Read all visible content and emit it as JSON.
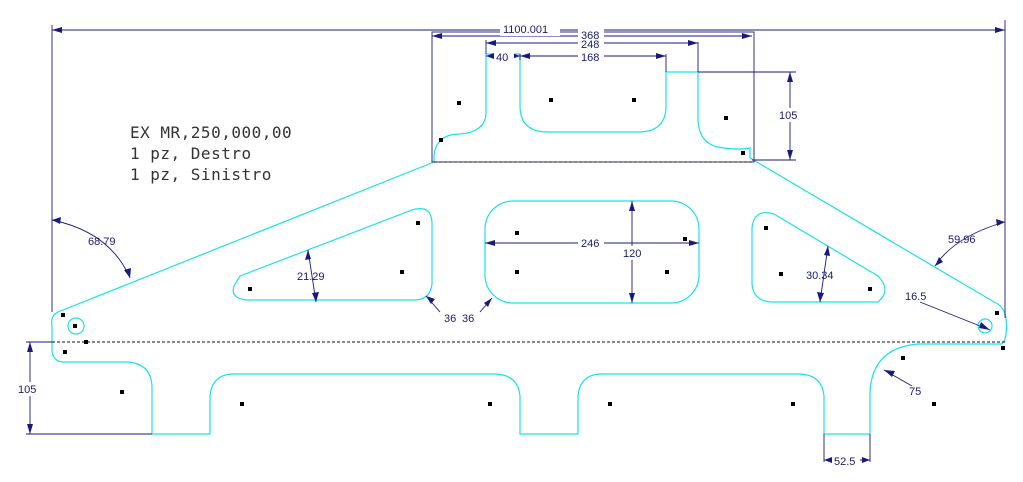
{
  "notes": [
    "EX MR,250,000,00",
    "1 pz, Destro",
    "1 pz, Sinistro"
  ],
  "dimensions": {
    "overall_width": "1100.001",
    "top_block_width": "368",
    "top_inner_width": "248",
    "top_offset": "40",
    "top_slot": "168",
    "top_height": "105",
    "left_angle": "68.79",
    "right_angle": "59.96",
    "left_tri": "21.29",
    "right_tri": "30.34",
    "radius_a": "36",
    "radius_b": "36",
    "center_width": "246",
    "center_height": "120",
    "right_hole": "16.5",
    "left_height": "105",
    "bottom_radius": "75",
    "bottom_tab": "52.5"
  },
  "colors": {
    "outline": "#19e3e8",
    "dimension": "#1a1a7a",
    "hidden": "#111111"
  }
}
